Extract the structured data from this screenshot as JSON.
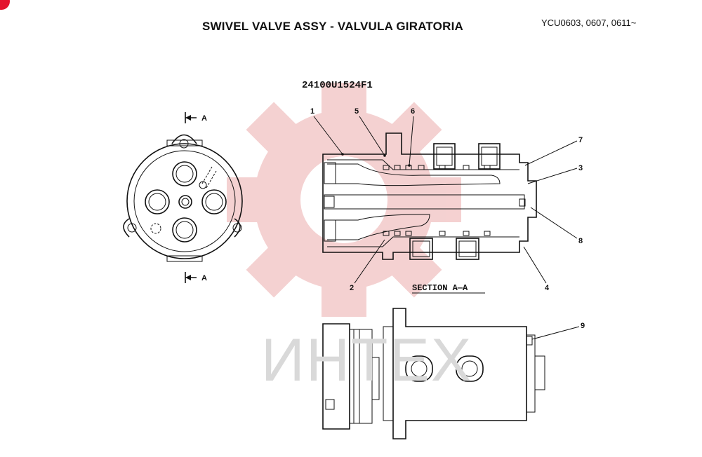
{
  "header": {
    "title": "SWIVEL VALVE ASSY - VALVULA GIRATORIA",
    "models": "YCU0603, 0607, 0611~"
  },
  "diagram": {
    "part_code": "24100U1524F1",
    "section_label": "SECTION A—A",
    "section_marker": "A",
    "callouts": [
      "1",
      "2",
      "3",
      "4",
      "5",
      "6",
      "7",
      "8",
      "9"
    ]
  },
  "watermark": {
    "text": "ИНТЕХ",
    "gear_color": "#f3c9c9",
    "text_color": "#d9d9d9"
  },
  "colors": {
    "accent": "#e4132d",
    "line": "#111111"
  }
}
